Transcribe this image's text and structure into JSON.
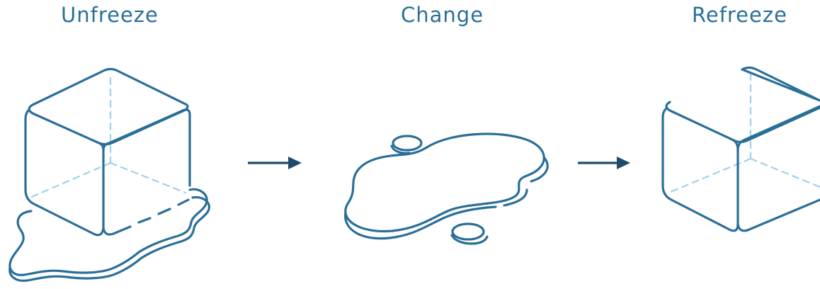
{
  "stages": [
    {
      "title": "Unfreeze"
    },
    {
      "title": "Change"
    },
    {
      "title": "Refreeze"
    }
  ],
  "colors": {
    "outline": "#2a6f98",
    "hidden_edge": "#9fd1ea",
    "arrow": "#1f4a6a",
    "title": "#2a6f98"
  },
  "icons": {
    "stage1": "melting-ice-cube-icon",
    "stage2": "water-puddle-icon",
    "stage3": "ice-cube-icon",
    "connector": "right-arrow-icon"
  }
}
